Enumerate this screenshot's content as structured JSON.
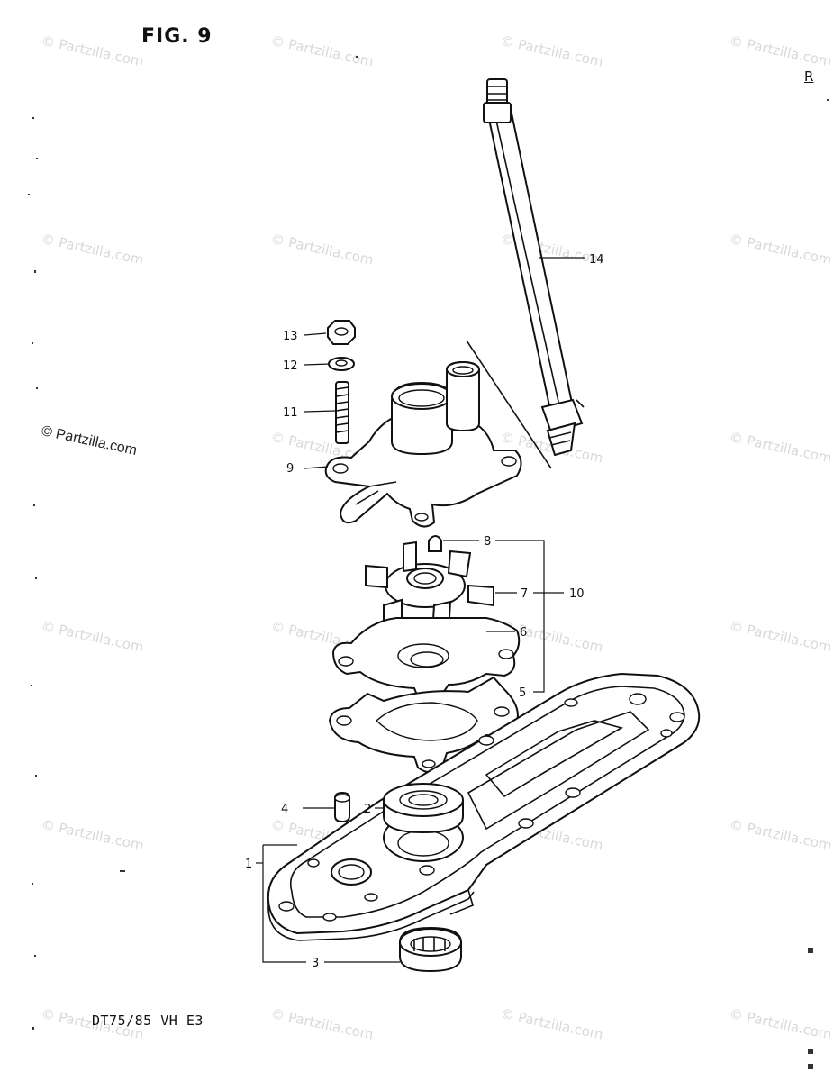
{
  "figure": {
    "title": "FIG. 9",
    "model": "DT75/85 VH E3",
    "corner_mark": "R"
  },
  "watermark": {
    "text": "© Partzilla.com"
  },
  "callouts": [
    {
      "id": "c1",
      "number": "1"
    },
    {
      "id": "c2",
      "number": "2"
    },
    {
      "id": "c3",
      "number": "3"
    },
    {
      "id": "c4",
      "number": "4"
    },
    {
      "id": "c5",
      "number": "5"
    },
    {
      "id": "c6",
      "number": "6"
    },
    {
      "id": "c7",
      "number": "7"
    },
    {
      "id": "c8",
      "number": "8"
    },
    {
      "id": "c9",
      "number": "9"
    },
    {
      "id": "c10",
      "number": "10"
    },
    {
      "id": "c11",
      "number": "11"
    },
    {
      "id": "c12",
      "number": "12"
    },
    {
      "id": "c13",
      "number": "13"
    },
    {
      "id": "c14",
      "number": "14"
    }
  ]
}
